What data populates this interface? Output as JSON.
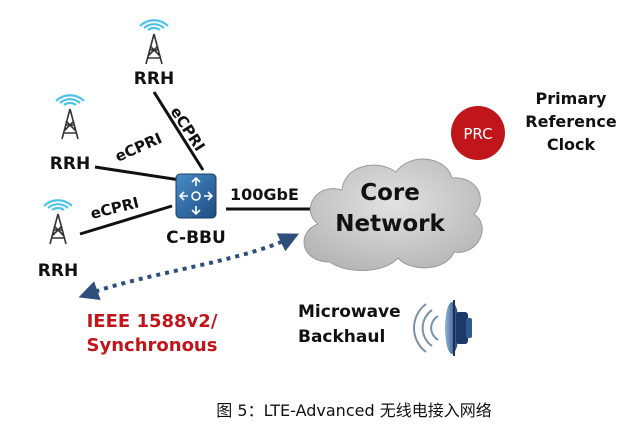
{
  "diagram": {
    "rrh_label": "RRH",
    "link_label": "eCPRI",
    "bbu_label": "C-BBU",
    "uplink_label": "100GbE",
    "core": {
      "line1": "Core",
      "line2": "Network"
    },
    "prc": {
      "badge": "PRC",
      "line1": "Primary",
      "line2": "Reference",
      "line3": "Clock"
    },
    "microwave": {
      "line1": "Microwave",
      "line2": "Backhaul"
    },
    "sync": {
      "line1": "IEEE 1588v2/",
      "line2": "Synchronous"
    },
    "caption": "图 5：LTE-Advanced 无线电接入网络"
  },
  "colors": {
    "signal_blue": "#4fc3e6",
    "tower_gray": "#333333",
    "bbu_blue": "#2d6aa3",
    "cloud_gray": "#c8c8c8",
    "prc_red": "#c0151b",
    "sync_red": "#c0151b",
    "dotted_blue": "#2e4f7c"
  }
}
